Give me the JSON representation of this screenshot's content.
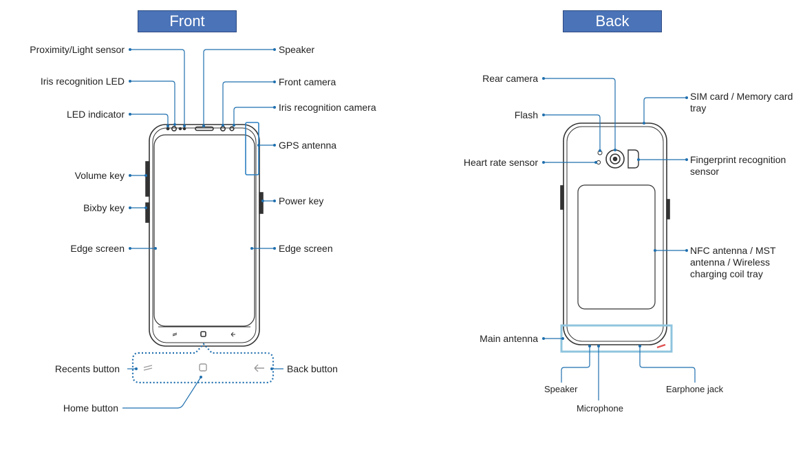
{
  "front": {
    "title": "Front",
    "labels": {
      "proximity": "Proximity/Light sensor",
      "iris_led": "Iris recognition LED",
      "led_indicator": "LED indicator",
      "volume_key": "Volume key",
      "bixby_key": "Bixby key",
      "edge_screen_left": "Edge screen",
      "recents_button": "Recents button",
      "home_button": "Home button",
      "speaker": "Speaker",
      "front_camera": "Front camera",
      "iris_camera": "Iris recognition camera",
      "gps_antenna": "GPS antenna",
      "power_key": "Power key",
      "edge_screen_right": "Edge screen",
      "back_button": "Back button"
    }
  },
  "back": {
    "title": "Back",
    "labels": {
      "rear_camera": "Rear camera",
      "flash": "Flash",
      "heart_rate": "Heart rate sensor",
      "main_antenna": "Main antenna",
      "speaker": "Speaker",
      "microphone": "Microphone",
      "earphone_jack": "Earphone jack",
      "sim_line1": "SIM card / Memory card",
      "sim_line2": "tray",
      "fingerprint_line1": "Fingerprint recognition",
      "fingerprint_line2": "sensor",
      "nfc_line1": "NFC antenna / MST",
      "nfc_line2": "antenna / Wireless",
      "nfc_line3": "charging coil tray"
    }
  },
  "colors": {
    "tab": "#4a73b8",
    "leader": "#1f6fae",
    "highlight": "#2a7fc0",
    "antenna_box": "#8fc4de",
    "outline": "#333333"
  }
}
